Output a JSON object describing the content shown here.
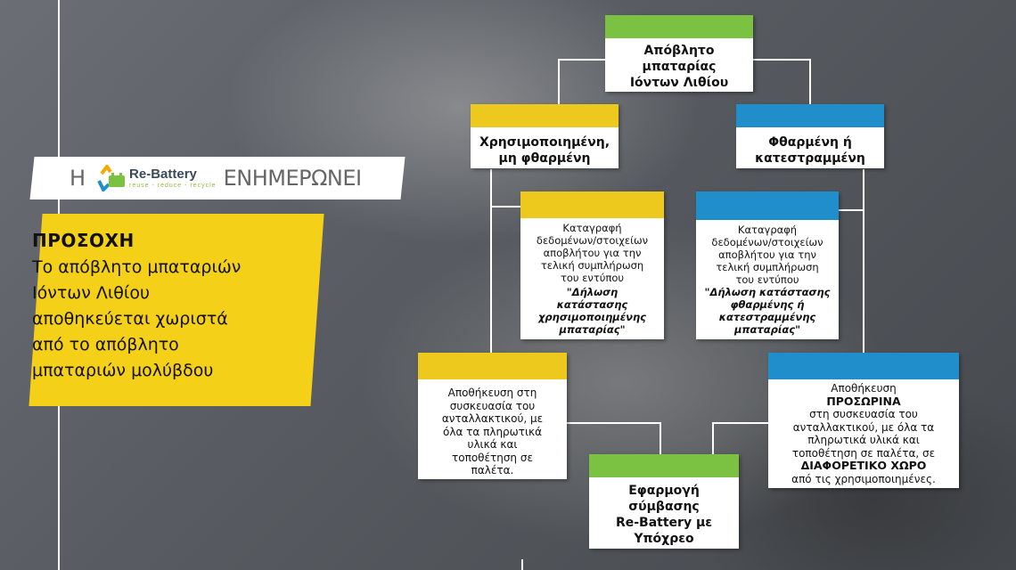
{
  "brand": {
    "prefix": "Η",
    "name": "Re-Battery",
    "tagline": "reuse - reduce - recycle",
    "suffix": "ΕΝΗΜΕΡΩΝΕΙ"
  },
  "warning": {
    "title": "ΠΡΟΣΟΧΗ",
    "body": "Το απόβλητο μπαταριών\nΙόντων Λιθίου\nαποθηκεύεται χωριστά\nαπό το απόβλητο\nμπαταριών μολύβδου"
  },
  "diagram": {
    "root": "Απόβλητο\nμπαταρίας\nΙόντων Λιθίου",
    "used": "Χρησιμοποιημένη,\nμη φθαρμένη",
    "damaged": "Φθαρμένη ή\nκατεστραμμένη",
    "record_used": {
      "text": "Καταγραφή\nδεδομένων/στοιχείων\nαποβλήτου για την\nτελική συμπλήρωση\nτου εντύπου",
      "form": "\"Δήλωση\nκατάστασης\nχρησιμοποιημένης\nμπαταρίας\""
    },
    "record_damaged": {
      "text": "Καταγραφή\nδεδομένων/στοιχείων\nαποβλήτου για την\nτελική συμπλήρωση\nτου εντύπου",
      "form": "\"Δήλωση κατάστασης\nφθαρμένης ή\nκατεστραμμένης\nμπαταρίας\""
    },
    "store_used": "Αποθήκευση στη\nσυσκευασία του\nανταλλακτικού, με\nόλα τα πληρωτικά\nυλικά και\nτοποθέτηση σε\nπαλέτα.",
    "store_damaged": {
      "line1": "Αποθήκευση",
      "emph1": "ΠΡΟΣΩΡΙΝΑ",
      "line2": "στη συσκευασία του\nανταλλακτικού, με όλα τα\nπληρωτικά υλικά και\nτοποθέτηση σε παλέτα, σε",
      "emph2": "ΔΙΑΦΟΡΕΤΙΚΟ ΧΩΡΟ",
      "line3": "από τις χρησιμοποιημένες."
    },
    "contract": "Εφαρμογή\nσύμβασης\nRe-Battery με\nΥπόχρεο"
  },
  "colors": {
    "green": "#7cc242",
    "yellow": "#edc81d",
    "blue": "#1f8ecb",
    "warning": "#f5d018"
  }
}
